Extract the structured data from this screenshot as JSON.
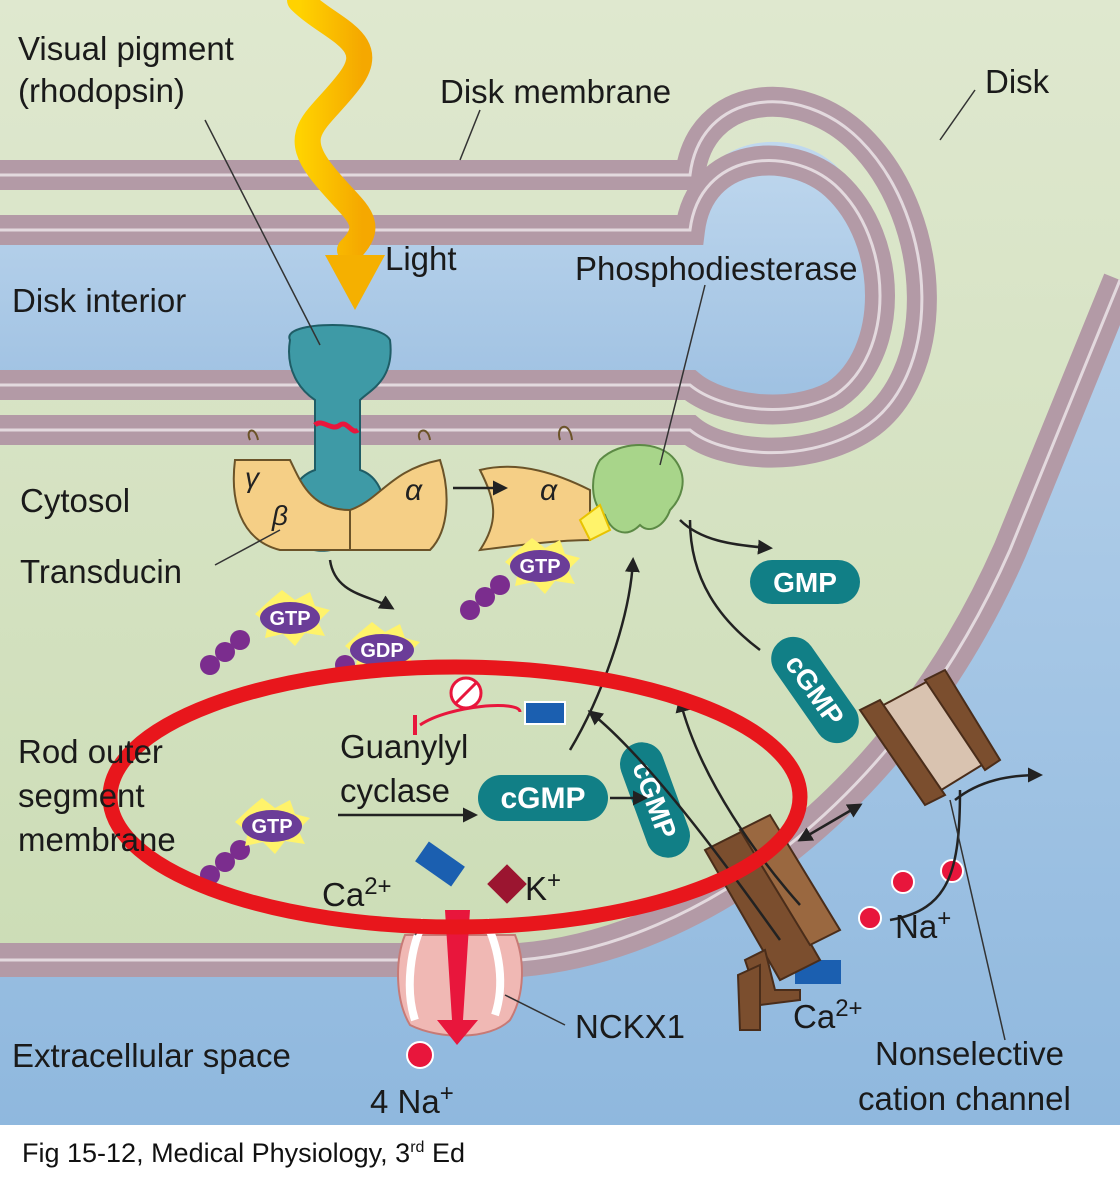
{
  "labels": {
    "visual_pigment": "Visual pigment",
    "rhodopsin": "(rhodopsin)",
    "disk_membrane": "Disk membrane",
    "disk": "Disk",
    "light": "Light",
    "phosphodiesterase": "Phosphodiesterase",
    "disk_interior": "Disk interior",
    "cytosol": "Cytosol",
    "transducin": "Transducin",
    "rod_outer_1": "Rod outer",
    "rod_outer_2": "segment",
    "rod_outer_3": "membrane",
    "guanylyl_cyclase_1": "Guanylyl",
    "guanylyl_cyclase_2": "cyclase",
    "ca2_left": "Ca",
    "ca2_charge": "2+",
    "k_ion": "K",
    "k_charge": "+",
    "na_ion": "Na",
    "na_charge": "+",
    "ca2_right": "Ca",
    "ca2_right_charge": "2+",
    "nckx1": "NCKX1",
    "extracellular": "Extracellular space",
    "four_na": "4 Na",
    "four_na_charge": "+",
    "nonselective_1": "Nonselective",
    "nonselective_2": "cation channel",
    "gamma": "γ",
    "beta": "β",
    "alpha": "α"
  },
  "badges": {
    "gtp": "GTP",
    "gdp": "GDP",
    "gmp": "GMP",
    "cgmp": "cGMP"
  },
  "caption": {
    "text": "Fig 15-12, Medical Physiology, 3",
    "sup": "rd",
    "end": " Ed"
  },
  "colors": {
    "disk_interior": "#a9c9e8",
    "cytosol": "#d5e3c2",
    "membrane": "#b39aa6",
    "extracellular": "#9cc1e2",
    "rhodopsin": "#3e9aa6",
    "transducin": "#f5cf86",
    "pde": "#a8d58a",
    "gtp_badge": "#6b3d98",
    "cgmp_badge": "#117f86",
    "calcium": "#1b5fb0",
    "potassium": "#9b1530",
    "sodium": "#e8163c",
    "channel": "#7b4e2e",
    "light": "#f8c000",
    "highlight": "#e8161c"
  }
}
